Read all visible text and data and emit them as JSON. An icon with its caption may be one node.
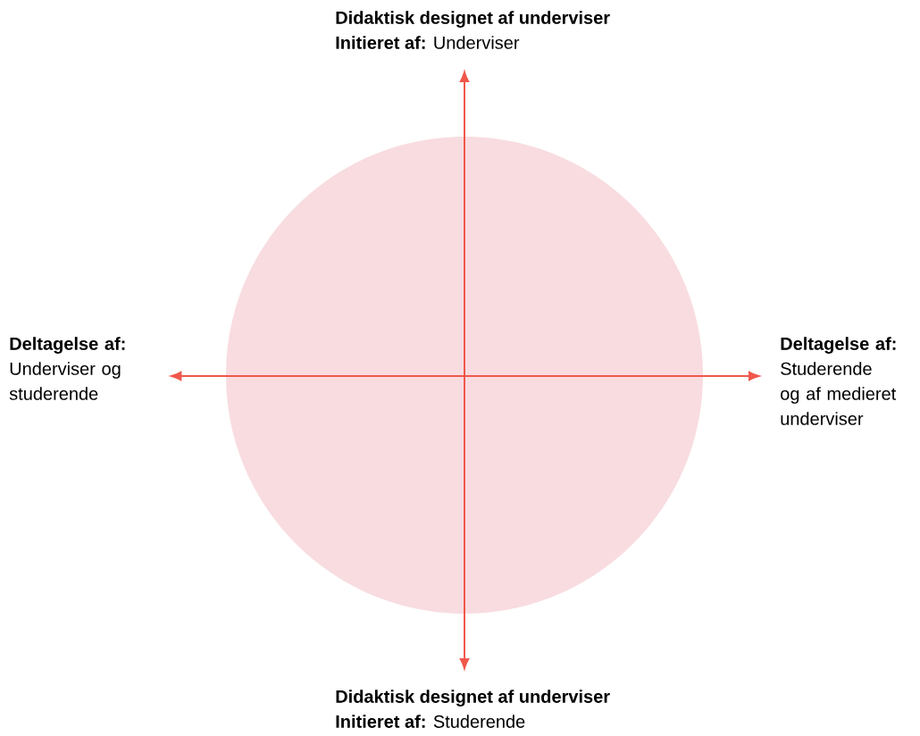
{
  "diagram": {
    "nodes": [
      {
        "text": [
          "Didaktisk designet af underviser",
          "**Initieret af:** Underviser"
        ]
      },
      {
        "text": [
          "Deltagelse af:",
          "Underviser og studerende"
        ]
      },
      {
        "text": [
          "Deltagelse af:",
          "Studerende og af medieret underviser"
        ]
      },
      {
        "text": [
          "Didaktisk designet af underviser",
          "**Initieret af:** Studerende"
        ]
      }
    ],
    "edges": [
      {
        "from": 3,
        "to": 0,
        "arrow": "both"
      },
      {
        "from": 1,
        "to": 2,
        "arrow": "both"
      }
    ]
  }
}
